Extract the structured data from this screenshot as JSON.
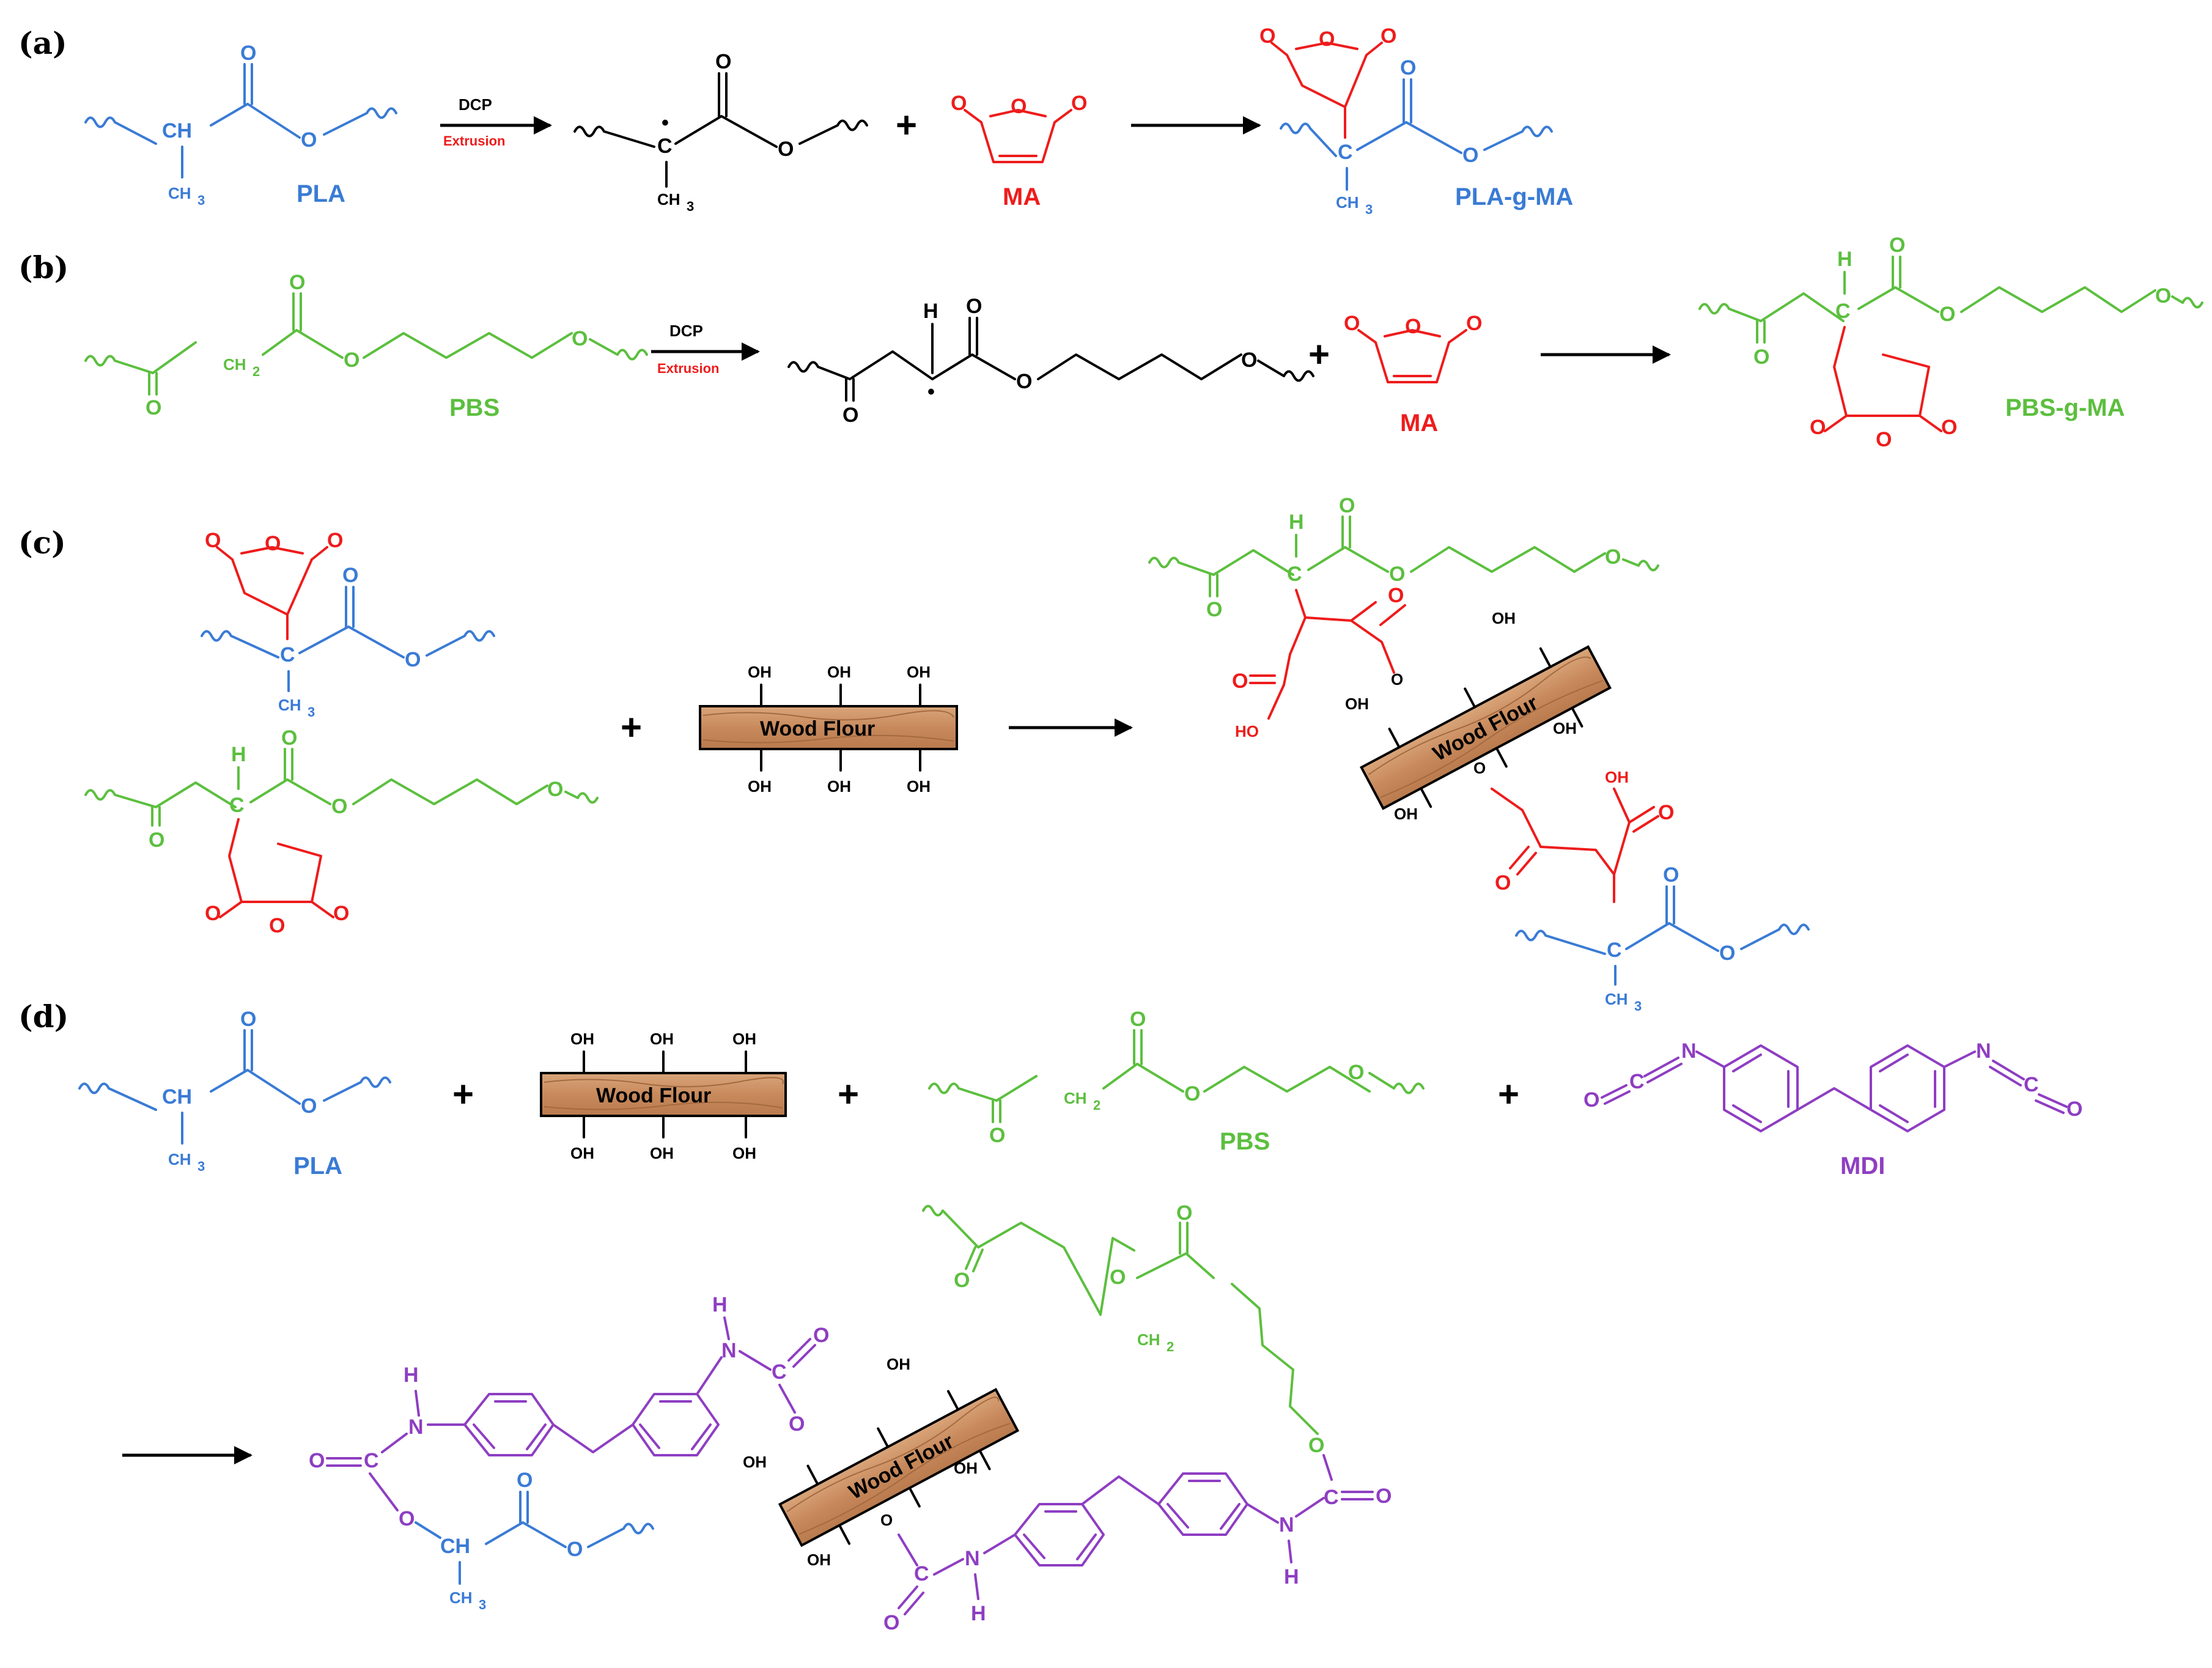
{
  "panels": {
    "a": "(a)",
    "b": "(b)",
    "c": "(c)",
    "d": "(d)"
  },
  "reagents": {
    "dcp": "DCP",
    "extrusion": "Extrusion"
  },
  "atoms": {
    "O": "O",
    "CH": "CH",
    "CH3": "CH",
    "C": "C",
    "H": "H",
    "N": "N",
    "OH": "OH",
    "HO": "HO",
    "CH2": "CH",
    "sub3": "3",
    "sub2": "2",
    "radical": "•",
    "plus": "+"
  },
  "labels": {
    "pla": "PLA",
    "ma": "MA",
    "pla_g_ma": "PLA-g-MA",
    "pbs": "PBS",
    "pbs_g_ma": "PBS-g-MA",
    "mdi": "MDI",
    "wood_flour": "Wood Flour"
  },
  "colors": {
    "pla": "#3a7bd5",
    "pbs": "#5cbf3f",
    "ma": "#ee1c1c",
    "mdi": "#8e3ec2",
    "wood": "#c88a5c"
  }
}
